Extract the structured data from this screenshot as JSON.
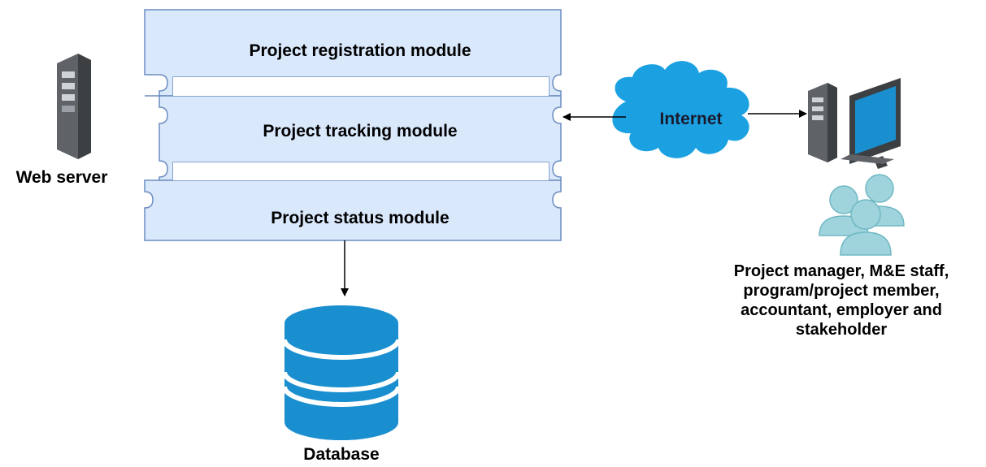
{
  "modules": {
    "registration": "Project registration module",
    "tracking": "Project tracking module",
    "status": "Project status module"
  },
  "web_server": {
    "label": "Web server",
    "icon": "server-tower-icon"
  },
  "database": {
    "label": "Database",
    "icon": "database-cylinder-icon"
  },
  "internet": {
    "label": "Internet",
    "icon": "cloud-icon"
  },
  "client": {
    "icon": "desktop-computer-icon"
  },
  "users": {
    "icon": "user-group-icon",
    "lines": [
      "Project manager, M&E staff,",
      "program/project member,",
      "accountant, employer and",
      "stakeholder"
    ]
  },
  "colors": {
    "module_fill": "#dae8fc",
    "module_border": "#6c8ebf",
    "database_fill": "#1a8fcf",
    "cloud_fill": "#1ba1e2",
    "users_fill": "#9fd4dc",
    "server_body": "#5f6368",
    "monitor_screen": "#1a8fcf"
  }
}
